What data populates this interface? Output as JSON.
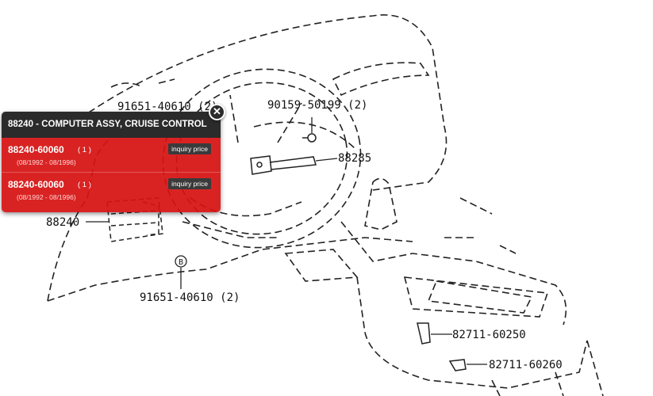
{
  "diagram": {
    "labels": {
      "bolt_top": "91651-40610 (2)",
      "screw_top": "90159-50199 (2)",
      "switch": "88285",
      "computer": "88240",
      "bolt_bottom": "91651-40610 (2)",
      "clamp_1": "82711-60250",
      "clamp_2": "82711-60260"
    },
    "marker": "B"
  },
  "popup": {
    "title": "88240 - COMPUTER ASSY, CRUISE CONTROL",
    "close_symbol": "✕",
    "parts": [
      {
        "number": "88240-60060",
        "qty": "( 1 )",
        "date": "(08/1992 - 08/1996)",
        "button": "inquiry price"
      },
      {
        "number": "88240-60060",
        "qty": "( 1 )",
        "date": "(08/1992 - 08/1996)",
        "button": "inquiry price"
      }
    ]
  }
}
